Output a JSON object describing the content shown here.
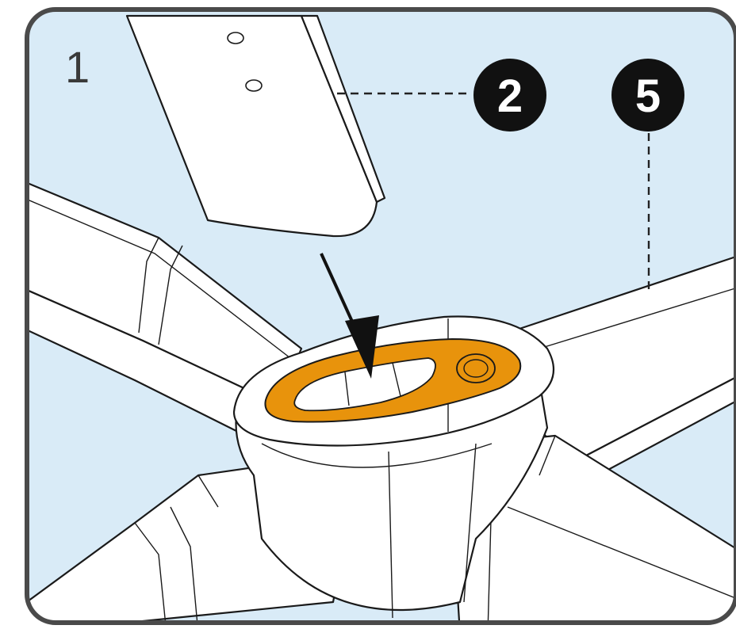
{
  "figure": {
    "step_number": "1",
    "callouts": [
      {
        "label": "2"
      },
      {
        "label": "5"
      }
    ],
    "colors": {
      "background": "#d9ebf7",
      "frame": "#4a4a4a",
      "highlight": "#e8930c",
      "part_fill": "#ffffff",
      "outline": "#1a1a1a"
    }
  }
}
